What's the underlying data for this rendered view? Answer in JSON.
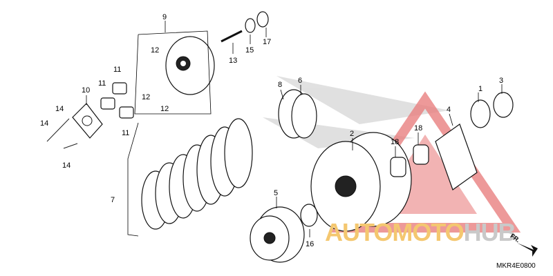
{
  "diagram": {
    "callouts": [
      "1",
      "2",
      "3",
      "4",
      "5",
      "6",
      "7",
      "8",
      "9",
      "10",
      "11",
      "11",
      "11",
      "12",
      "12",
      "12",
      "13",
      "14",
      "14",
      "14",
      "15",
      "16",
      "17",
      "18",
      "18"
    ],
    "diagram_code": "MKR4E0800",
    "direction_label": "FR.",
    "watermark": {
      "word_1": "AUTOMOTO",
      "word_2": "HUB",
      "color_1": "#f4c770",
      "color_2": "#c9c9c9",
      "logo_color": "#e98080"
    }
  }
}
